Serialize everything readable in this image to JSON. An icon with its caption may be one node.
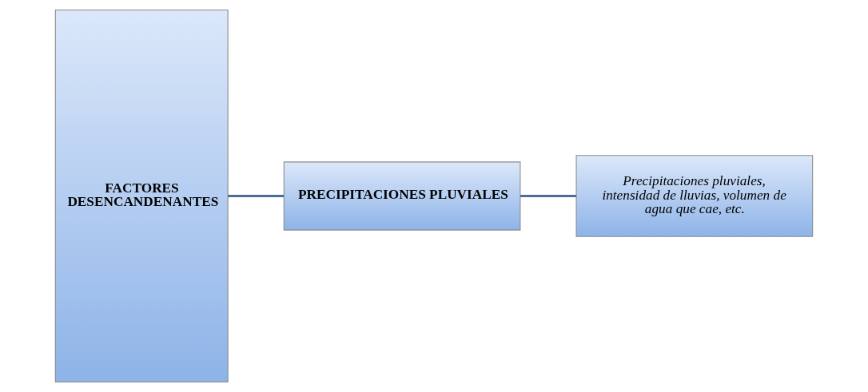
{
  "diagram": {
    "nodes": [
      {
        "text": [
          "FACTORES DESENCANDENANTES"
        ]
      },
      {
        "text": [
          "PRECIPITACIONES PLUVIALES"
        ]
      },
      {
        "text": [
          "Precipitaciones pluviales, intensidad de lluvias, volumen de agua que cae, etc."
        ]
      }
    ],
    "edges": [
      {
        "from": 0,
        "to": 1,
        "arrow": "none"
      },
      {
        "from": 1,
        "to": 2,
        "arrow": "none"
      }
    ]
  }
}
